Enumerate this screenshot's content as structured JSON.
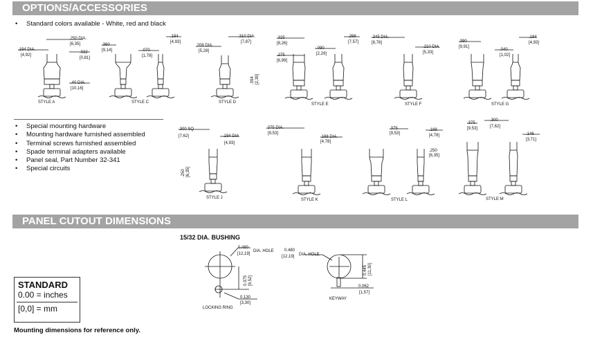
{
  "sections": {
    "options_title": "OPTIONS/ACCESSORIES",
    "cutout_title": "PANEL CUTOUT DIMENSIONS"
  },
  "colors_bullet": "Standard colors available - White, red and black",
  "options_list": [
    "Special mounting hardware",
    "Mounting hardware furnished assembled",
    "Terminal screws furnished assembled",
    "Spade terminal adapters available",
    "Panel seal, Part Number 32-341",
    "Special circuits"
  ],
  "styles": {
    "A": {
      "label": "STYLE A",
      "dims": [
        ".250 DIA.",
        "[6,35]",
        ".194 DIA.",
        "[4,92]",
        ".032",
        "[0,81]",
        ".40 DIA.",
        "[10,16]"
      ]
    },
    "C": {
      "label": "STYLE C",
      "dims": [
        ".360",
        "[9,14]",
        ".070",
        "[1,78]",
        ".194",
        "[4,93]"
      ]
    },
    "D": {
      "label": "STYLE D",
      "dims": [
        ".208 DIA.",
        "[5,28]",
        ".310 DIA.",
        "[7,87]",
        ".094",
        "[2,39]"
      ]
    },
    "E": {
      "label": "STYLE E",
      "dims": [
        ".325",
        "[8,26]",
        ".275",
        "[6,99]",
        ".090",
        "[2,29]",
        ".298",
        "[7,57]"
      ]
    },
    "F": {
      "label": "STYLE F",
      "dims": [
        ".345 DIA.",
        "[8,76]",
        ".210 DIA.",
        "[5,33]"
      ]
    },
    "G": {
      "label": "STYLE G",
      "dims": [
        ".390",
        "[9,91]",
        ".040",
        "[1,02]",
        ".194",
        "[4,93]"
      ]
    },
    "J": {
      "label": "STYLE J",
      "dims": [
        ".300 SQ",
        "[7,62]",
        ".194 DIA.",
        "[4,93]",
        ".250",
        "[6,35]"
      ]
    },
    "K": {
      "label": "STYLE K",
      "dims": [
        ".375 DIA.",
        "[9,53]",
        ".188 DIA.",
        "[4,78]"
      ]
    },
    "L": {
      "label": "STYLE L",
      "dims": [
        ".375",
        "[9,53]",
        ".188",
        "[4,78]",
        ".250",
        "[6,35]"
      ]
    },
    "M": {
      "label": "STYLE M",
      "dims": [
        ".375",
        "[9,53]",
        ".300",
        "[7,62]",
        ".146",
        "[3,71]"
      ]
    }
  },
  "cutout": {
    "title": "15/32 DIA. BUSHING",
    "left": {
      "hole": "0.480",
      "hole_mm": "[12,19]",
      "hole_label": "DIA. HOLE",
      "offset": "0.375",
      "offset_mm": "[9,52]",
      "ring": "0.130",
      "ring_mm": "[3,30]",
      "ring_label": "LOCKING RING"
    },
    "right": {
      "hole": "0.480",
      "hole_mm": "[12,19]",
      "hole_label": "DIA. HOLE",
      "flat": "0.445",
      "flat_mm": "[11,30]",
      "key": "0.062",
      "key_mm": "[1,57]",
      "key_label": "KEYWAY"
    }
  },
  "legend": {
    "title": "STANDARD",
    "inches": "0.00 = inches",
    "mm": "[0,0] = mm"
  },
  "note": "Mounting dimensions for reference only."
}
